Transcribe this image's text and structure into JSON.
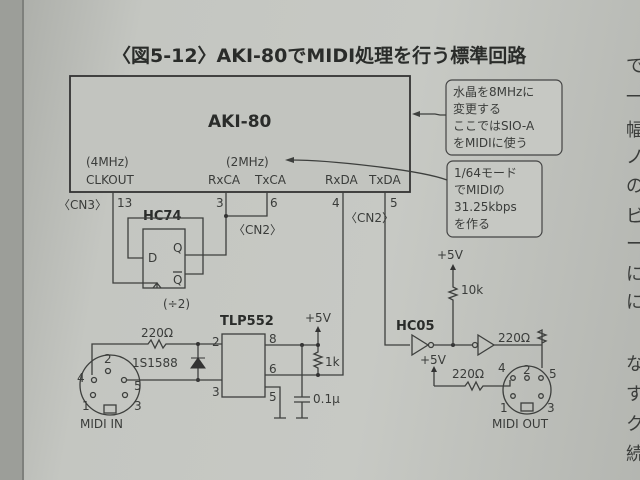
{
  "title": "〈図5-12〉AKI-80でMIDI処理を行う標準回路",
  "board": {
    "name": "AKI-80",
    "clk_freq": "(4MHz)",
    "clk_pin": "CLKOUT",
    "sio_freq": "(2MHz)",
    "rxca": "RxCA",
    "txca": "TxCA",
    "rxda": "RxDA",
    "txda": "TxDA"
  },
  "connectors": {
    "cn3": "〈CN3〉",
    "cn2_top": "〈CN2〉",
    "cn2_mid": "〈CN2〉"
  },
  "pins": {
    "p13": "13",
    "p3": "3",
    "p6": "6",
    "p4": "4",
    "p5": "5"
  },
  "callouts": [
    {
      "lines": [
        "水晶を8MHzに",
        "変更する",
        "ここではSIO-A",
        "をMIDIに使う"
      ]
    },
    {
      "lines": [
        "1/64モード",
        "でMIDIの",
        "31.25kbps",
        "を作る"
      ]
    }
  ],
  "hc74": {
    "name": "HC74",
    "d": "D",
    "q": "Q",
    "qbar": "Q",
    "div": "(÷2)"
  },
  "midi_in": {
    "label": "MIDI IN",
    "r": "220Ω",
    "diode": "1S1588",
    "pins": [
      "2",
      "4",
      "5",
      "1",
      "3"
    ]
  },
  "tlp552": {
    "name": "TLP552",
    "pins": [
      "2",
      "3",
      "8",
      "6",
      "5"
    ],
    "vcc": "+5V",
    "r": "1k",
    "c": "0.1μ"
  },
  "midi_out": {
    "label": "MIDI OUT",
    "ic": "HC05",
    "vcc1": "+5V",
    "r_pull": "10k",
    "r_out": "220Ω",
    "vcc2": "+5V",
    "r_in": "220Ω",
    "pins": [
      "2",
      "4",
      "5",
      "1",
      "3"
    ]
  },
  "right_margin_text": [
    "で",
    "一",
    "幅",
    "ノ",
    "の",
    "ビ",
    "ー",
    "に",
    "に",
    "な",
    "す",
    "ク",
    "続"
  ]
}
